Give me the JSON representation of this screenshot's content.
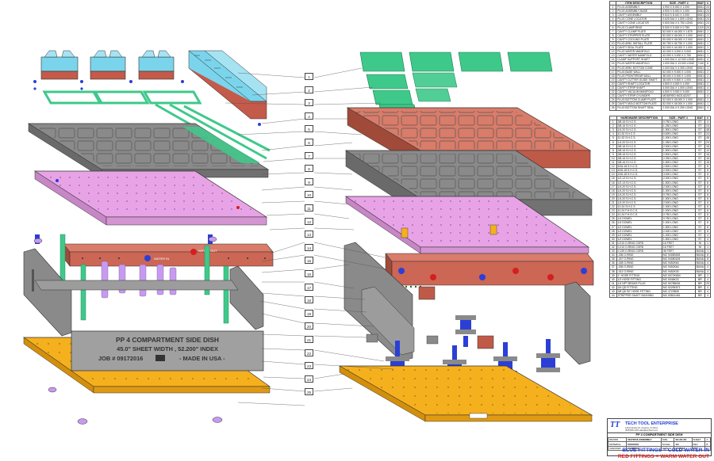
{
  "drawing": {
    "text_box_line1": "PP 4 COMPARTMENT SIDE DISH",
    "text_box_line2": "45.0\" SHEET WIDTH , 52.200\" INDEX",
    "text_box_line3": "JOB # 09172016",
    "text_box_line4": "- MADE IN USA -",
    "water_in": "WATER IN",
    "water_out": "WATER OUT",
    "balloons": [
      "1",
      "2",
      "3",
      "4",
      "5",
      "6",
      "7",
      "8",
      "9",
      "10",
      "11",
      "12",
      "13",
      "14",
      "15",
      "16",
      "17",
      "18",
      "19",
      "20",
      "21",
      "22",
      "23",
      "24",
      "25"
    ],
    "colors": {
      "pink": "#e8a3e6",
      "orange": "#f5b01e",
      "gray": "#909090",
      "red": "#cc6655",
      "green": "#3ec98a",
      "blue": "#2b3fd6",
      "cyan": "#7ad4ec",
      "purple": "#c79af0"
    }
  },
  "items_table": {
    "headers": [
      "",
      "ITEM DESCRIPTION",
      "SIZE - PART #",
      "MAT",
      "#"
    ],
    "rows": [
      [
        "1",
        "PLUG ASSEMBLY",
        "4.900 X 5.000 X 1.000",
        "6061",
        "24"
      ],
      [
        "2",
        "PLUG ASSEMBLY BASE",
        "4.900 X 5.000 X 1.000",
        "6061",
        "24"
      ],
      [
        "3",
        "CAVITY ASSEMBLY",
        "9.510 X 8.410 X 2.000",
        "6061",
        "24"
      ],
      [
        "4",
        "PLUG CONE LOCATOR",
        "0.625 DIA X 1.500 LONG",
        "6061",
        "24"
      ],
      [
        "5",
        "CAVITY CONE LOCATOR",
        "0.500 DIA X 0.750 LONG",
        "6061",
        "24"
      ],
      [
        "6",
        "PLUG CLAMP RING",
        "5.000 X 5.000 X 0.750",
        "1119",
        "24"
      ],
      [
        "7",
        "CAVITY CLAMP PLATE",
        "52.000 X 44.000 X 1.875",
        "6061",
        "1"
      ],
      [
        "8",
        "CAVITY STRIPPER PLATE",
        "52.000 X 45.000 X 1.000",
        "6061",
        "1"
      ],
      [
        "9",
        "CAVITY COOLING PLATE",
        "50.000 X 45.000 X 2.000",
        "6061",
        "1"
      ],
      [
        "10",
        "PLUG ARM. INSTALL PLATE",
        "50.750 X 45.750 X 1.000",
        "6061",
        "1"
      ],
      [
        "11",
        "CAVITY SEAL PLATE",
        "52.000 X 44.000 X 1.000",
        "6061",
        "1"
      ],
      [
        "12",
        "PLUG WATER MANIFOLD",
        "42.000 X 3.000 X 3.000",
        "6061",
        "1"
      ],
      [
        "13",
        "CAVITY WATER MANIFOLD",
        "42.000 X 3.000 X 2.750",
        "6061",
        "1"
      ],
      [
        "14",
        "CLAMP SUPPORT SHAFT",
        "1.000 DIA X 12.000 LONG",
        "6061",
        "4"
      ],
      [
        "15",
        "PLUG WATER MANIFOLD",
        "1.000 DIA X 13.000 LONG",
        "7140",
        "6"
      ],
      [
        "16",
        "PLUG ARM. BOTTOM CONE",
        "2.000 DIA X 4.250 LONG",
        "6061",
        "1"
      ],
      [
        "17",
        "PLUG BASE WALL",
        "52.000 X 9.000 X 1.000",
        "6061",
        "2"
      ],
      [
        "18",
        "PLUG FRONT/REAR WALL",
        "38.000 X 9.000 X 1.000",
        "6061",
        "2"
      ],
      [
        "19",
        "CAVITY CUTTER GUIDE SHAFT",
        "38.000 X 9.500 X 1.000",
        "6061",
        "2"
      ],
      [
        "20",
        "CAVITY SHAFT LOCATOR",
        "4.500 X 4.000 X 1.000",
        "6061",
        "2"
      ],
      [
        "21",
        "CAVITY STRIP SHAFT",
        "3.000 DIA X 1.000 LONG",
        "6061",
        "4"
      ],
      [
        "22",
        "CAVITY VACUUM MANIFOLD",
        "4.500 X 3.000 X 3.000",
        "6061",
        "2"
      ],
      [
        "23",
        "CAVITY STRIP CYLINDER",
        "MODIFIED MCS-62207",
        "",
        "4"
      ],
      [
        "24",
        "PLUG BOTTOM CLAMP PLATE",
        "52.000 X 45.000 X 1.000",
        "6061",
        "1"
      ],
      [
        "25",
        "CAVITY MOLD BOTTOM PLATE",
        "52.000 X 45.000 X 1.000",
        "6061",
        "1"
      ],
      [
        "26",
        "PLUG BOTTOM SHAFT SEAL",
        "2.000 DIA X 0.250 LONG",
        "6061",
        "4"
      ]
    ]
  },
  "hardware_table": {
    "headers": [
      "",
      "HARDWARE DESCRIPTION",
      "SIZE - PART #",
      "MAT",
      "#"
    ],
    "rows": [
      [
        "1",
        "3/8-16 S.H.C.S.",
        "0.750 LONG",
        "ST",
        "4"
      ],
      [
        "2",
        "3/8-16 S.H.C.S.",
        "1.250 LONG",
        "ST",
        "24"
      ],
      [
        "3",
        "1/4-20 S.H.C.S.",
        "1.500 LONG",
        "ST",
        "48"
      ],
      [
        "4",
        "10-32 S.H.C.S.",
        "0.625 LONG",
        "ST",
        "24"
      ],
      [
        "5",
        "10-32 S.H.C.S.",
        "1.000 LONG",
        "ST",
        "48"
      ],
      [
        "6",
        "1/4-20 S.H.C.S.",
        "1.250 LONG",
        "ST",
        "24"
      ],
      [
        "7",
        "3/8-16 S.H.C.S.",
        "2.000 LONG",
        "ST",
        "16"
      ],
      [
        "8",
        "3/8-16 S.H.C.S.",
        "1.500 LONG",
        "ST",
        "12"
      ],
      [
        "9",
        "3/8-16 S.H.C.S.",
        "2.500 LONG",
        "ST",
        "16"
      ],
      [
        "10",
        "3/8-16 S.H.C.S.",
        "2.250 LONG",
        "ST",
        "16"
      ],
      [
        "11",
        "3/8-16 S.H.C.S.",
        "1.500 LONG",
        "ST",
        "16"
      ],
      [
        "12",
        "5/16-18 S.H.C.S.",
        "2.500 LONG",
        "ST",
        "8"
      ],
      [
        "13",
        "5/16-18 S.H.C.S.",
        "2.000 LONG",
        "ST",
        "8"
      ],
      [
        "14",
        "3/16-18 S.H.C.S.",
        "3.000 LONG",
        "ST",
        "8"
      ],
      [
        "15",
        "1/2-13 S.H.C.S.",
        "2.000 LONG",
        "ST",
        "8"
      ],
      [
        "16",
        "1/2-13 S.H.C.S.",
        "1.500 LONG",
        "ST",
        "8"
      ],
      [
        "17",
        "1/4-20 S.H.C.S.",
        "2.000 LONG",
        "ST",
        "8"
      ],
      [
        "18",
        "1/4-20 S.H.C.S.",
        "1.000 LONG",
        "ST",
        "8"
      ],
      [
        "19",
        "1/4-20 S.H.C.S.",
        "0.750 LONG",
        "ST",
        "8"
      ],
      [
        "20",
        "1/4-20 S.H.C.S.",
        "1.500 LONG",
        "ST",
        "8"
      ],
      [
        "21",
        "1/4-20 S.H.C.S.",
        "2.000 LONG",
        "ST",
        "8"
      ],
      [
        "22",
        "10-24 S.H.C.S.",
        "1.000 LONG",
        "ST",
        "8"
      ],
      [
        "23",
        "10-24 F.H.S.C.S.",
        "1.000 LONG",
        "ST",
        "8"
      ],
      [
        "24",
        "10-24 F.H.S.C.S.",
        "0.750 LONG",
        "ST",
        "8"
      ],
      [
        "25",
        "1/4 DOWEL",
        "0.750 LONG",
        "ST",
        "8"
      ],
      [
        "26",
        "1/4 DOWEL",
        "1.000 LONG",
        "ST",
        "8"
      ],
      [
        "27",
        "1/2 DOWEL",
        "1.500 LONG",
        "ST",
        "8"
      ],
      [
        "28",
        "1/2 DOWEL",
        "2.000 LONG",
        "ST",
        "8"
      ],
      [
        "29",
        "1/2 DOWEL",
        "1.000 LONG",
        "ST",
        "4"
      ],
      [
        "30",
        "1/2 DOWEL",
        "1.500 LONG",
        "ST",
        "4"
      ],
      [
        "31",
        "0.210 O-RING CORD",
        "16 FEET",
        "NI",
        "1"
      ],
      [
        "32",
        "0.210 O-RING CORD",
        "16 FEET",
        "NI",
        "1"
      ],
      [
        "33",
        "0.139 O-RING CORD",
        "36 FEET",
        "BUNA",
        "1"
      ],
      [
        "34",
        "-236 O-RING",
        "MC 94080308",
        "BUNA",
        "8"
      ],
      [
        "35",
        "-247 O-RING",
        "MC 94080108",
        "BUNA",
        "8"
      ],
      [
        "36",
        "-028 O-RING",
        "MC 9452K60",
        "BUNA",
        "4"
      ],
      [
        "37",
        "-036 O-RING",
        "MC 9452K64",
        "BUNA",
        "4"
      ],
      [
        "38",
        "-012 O-RING",
        "MC 9452K30",
        "BUNA",
        "4"
      ],
      [
        "39",
        "1\" HOSE FITTING",
        "MC 5372K654",
        "BR",
        "2"
      ],
      [
        "40",
        "1/2 HOSE FITTING",
        "MC 5346K22",
        "BR",
        "4"
      ],
      [
        "41",
        "1/4 NPT BRASS PLUG",
        "MC 50785K81",
        "BR",
        "20"
      ],
      [
        "42",
        "3/4 QD FITTING",
        "MC 5225K571",
        "BR",
        "4"
      ],
      [
        "43",
        "3/8 QD 90\" HOSE FITTING",
        "MC 4723B28",
        "BR",
        "4"
      ],
      [
        "44",
        "STRIPPER SHAFT BUSHING",
        "MC 6381K461",
        "BR",
        "4"
      ]
    ]
  },
  "title_block": {
    "logo": "TT",
    "company": "TECH TOOL ENTERPRISE",
    "address1": "1234 Industry Dr. Anytown, IL 60xxx",
    "address2": "(815)555-1234 sales@techtool.com",
    "drawing_title": "PP 4 COMPARTMENT SIDE DISH",
    "label_drawn": "DRAWN",
    "drawn_value": "09172016 ASSEMBLY",
    "label_size": "SIZE",
    "size_value": "XX-XX-XX",
    "label_sheet": "SHEET",
    "sheet_value": "A",
    "label_material": "MATERIAL",
    "material_value": "XXXXXXX",
    "label_scale": "SCALE",
    "scale_value": "1/4",
    "label_rev": "REV",
    "rev_value": "B",
    "label_checked": "CHECKED",
    "checked_value": "XXXXXXX",
    "label_date": "DATE",
    "date_value": "XXXXXX",
    "label_qty": "QTY",
    "qty_value": "1"
  },
  "legend": {
    "blue": "BLUE FITTINGS = COLD WATER IN",
    "red": "RED FITTINGS = WARM WATER OUT"
  }
}
